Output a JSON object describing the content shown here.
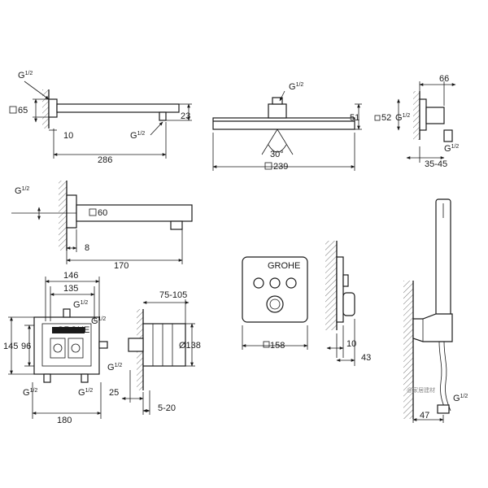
{
  "views": {
    "spout": {
      "thread": "G",
      "thread_fraction": "1/2",
      "dim_square": "65",
      "dim_offset": "10",
      "dim_length": "286",
      "dim_height": "23",
      "thread_bottom": "G",
      "thread_bottom_fraction": "1/2"
    },
    "head_shower": {
      "thread": "G",
      "thread_fraction": "1/2",
      "dim_height": "51",
      "angle": "30°",
      "dim_width": "239"
    },
    "wall_outlet": {
      "dim_width": "66",
      "dim_square": "52",
      "thread": "G",
      "thread_fraction": "1/2",
      "thread_bottom": "G",
      "thread_bottom_fraction": "1/2",
      "dim_range": "35-45"
    },
    "tub_spout": {
      "thread": "G",
      "thread_fraction": "1/2",
      "dim_square": "60",
      "dim_offset": "8",
      "dim_length": "170"
    },
    "rough_in_front": {
      "dim_146": "146",
      "dim_135": "135",
      "dim_145": "145",
      "dim_96": "96",
      "dim_180": "180",
      "thread_top": "G",
      "thread_top_fraction": "1/2",
      "thread_right": "G",
      "thread_right_fraction": "1/2",
      "thread_bl": "G",
      "thread_bl_fraction": "1/2",
      "thread_br": "G",
      "thread_br_fraction": "1/2",
      "brand": "GROHE"
    },
    "rough_in_side": {
      "dim_range": "75-105",
      "dim_dia": "Ø138",
      "dim_25": "25",
      "dim_range2": "5-20",
      "thread": "G",
      "thread_fraction": "1/2"
    },
    "trim_plate": {
      "dim_square": "158",
      "brand": "GROHE"
    },
    "trim_side": {
      "dim_10": "10",
      "dim_43": "43"
    },
    "hand_shower": {
      "thread": "G",
      "thread_fraction": "1/2",
      "dim_47": "47"
    }
  },
  "watermark": "@家居建材"
}
